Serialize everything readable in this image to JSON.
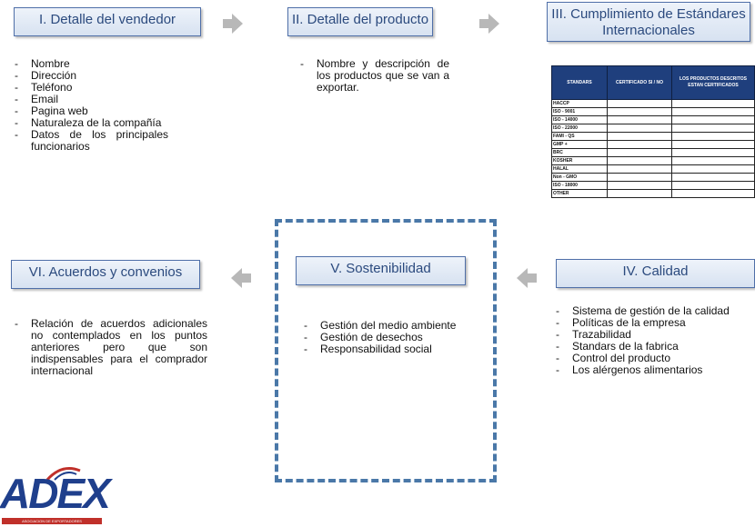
{
  "boxes": {
    "vendedor": "I. Detalle del vendedor",
    "producto": "II. Detalle del producto",
    "cumplimiento": "III. Cumplimiento de Estándares Internacionales",
    "calidad": "IV. Calidad",
    "sostenibilidad": "V. Sostenibilidad",
    "acuerdos": "VI. Acuerdos y convenios"
  },
  "lists": {
    "vendedor": [
      "Nombre",
      "Dirección",
      "Teléfono",
      "Email",
      "Pagina web",
      "Naturaleza de la compañía",
      "Datos de los principales funcionarios"
    ],
    "producto": [
      "Nombre y descripción de los productos que se van a exportar."
    ],
    "calidad": [
      "Sistema de gestión de la calidad",
      "Políticas de la empresa",
      "Trazabilidad",
      "Standars de la fabrica",
      "Control del producto",
      "Los alérgenos alimentarios"
    ],
    "sostenibilidad": [
      "Gestión del medio ambiente",
      "Gestión de desechos",
      "Responsabilidad social"
    ],
    "acuerdos": [
      "Relación de acuerdos adicionales no contemplados en los puntos anteriores pero que son indispensables para el comprador internacional"
    ]
  },
  "table": {
    "headers": [
      "STANDARS",
      "CERTIFICADO SI / NO",
      "LOS PRODUCTOS DESCRITOS ESTAN CERTIFICADOS"
    ],
    "rows": [
      "HACCP",
      "ISO - 9001",
      "ISO - 14000",
      "ISO - 22000",
      "FAMI - QS",
      "GMP +",
      "BRC",
      "KOSHER",
      "HALAL",
      "Non - GMO",
      "ISO - 18000",
      "OTHER"
    ]
  },
  "logo": {
    "text": "ADEX",
    "subtitle": "ASOCIACION DE EXPORTADORES"
  },
  "colors": {
    "box_border": "#4f6fa8",
    "box_text": "#2b4a7e",
    "arrow": "#b8b8b8",
    "dashed_border": "#4a78a8",
    "table_header": "#1f3f7d",
    "logo_blue": "#1f3f8c",
    "logo_red": "#c0302a"
  }
}
